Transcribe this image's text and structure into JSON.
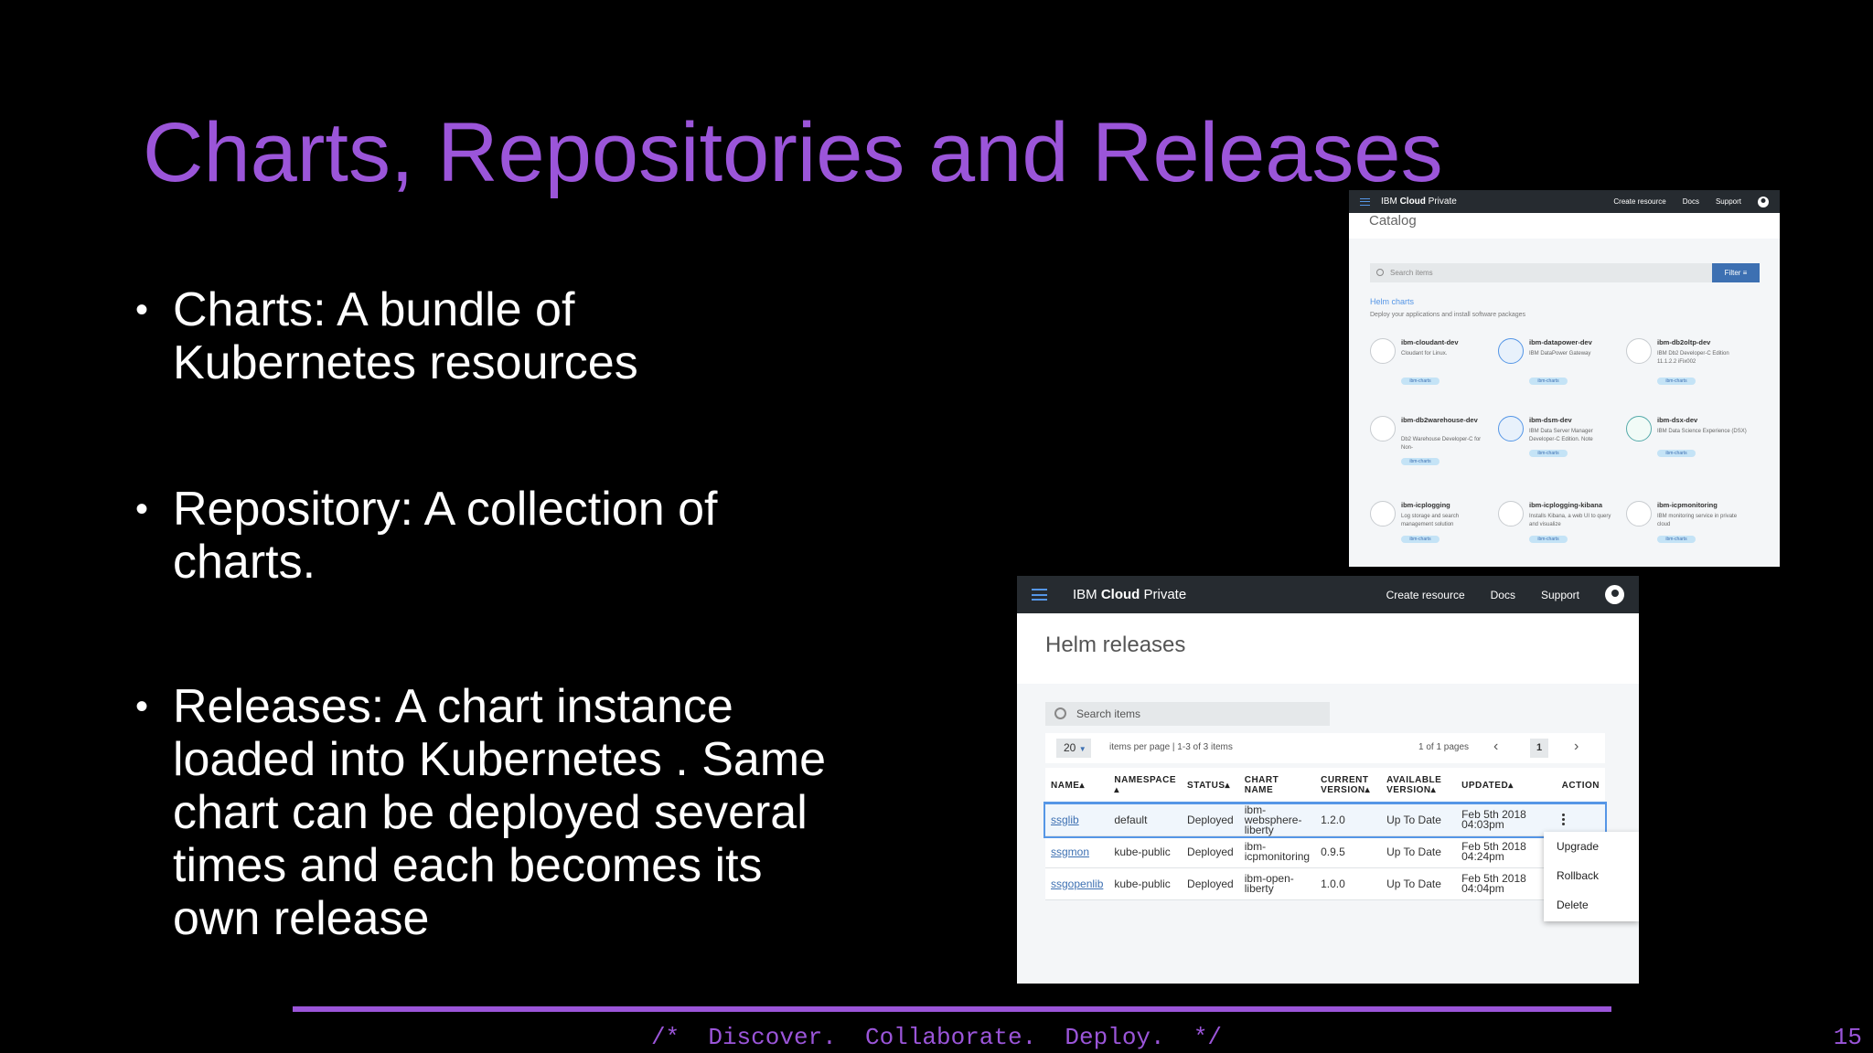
{
  "slide": {
    "title": "Charts, Repositories and Releases",
    "bullets": [
      {
        "line1": "Charts: A bundle of",
        "line2": "Kubernetes resources"
      },
      {
        "line1": "Repository:  A collection of",
        "line2": "charts."
      },
      {
        "line1": "Releases: A chart instance",
        "line2": "loaded into Kubernetes . Same",
        "line3": "chart can be deployed several",
        "line4": "times and each becomes its",
        "line5": "own release"
      }
    ],
    "footer": "/*  Discover.  Collaborate.  Deploy.  */",
    "page_number": "15",
    "accent_color": "#9b55d9"
  },
  "catalog": {
    "brand_prefix": "IBM ",
    "brand_bold": "Cloud",
    "brand_suffix": " Private",
    "nav": [
      "Create resource",
      "Docs",
      "Support"
    ],
    "page_title": "Catalog",
    "search_placeholder": "Search items",
    "filter_label": "Filter",
    "section_title": "Helm charts",
    "section_subtitle": "Deploy your applications and install software packages",
    "tiles": [
      {
        "name": "ibm-cloudant-dev",
        "desc": "Cloudant for Linux.",
        "tag": "ibm-charts"
      },
      {
        "name": "ibm-datapower-dev",
        "desc": "IBM DataPower Gateway",
        "tag": "ibm-charts"
      },
      {
        "name": "ibm-db2oltp-dev",
        "desc": "IBM Db2 Developer-C Edition 11.1.2.2 iFix002",
        "tag": "ibm-charts"
      },
      {
        "name": "ibm-db2warehouse-dev",
        "desc": "Db2 Warehouse Developer-C for Non-",
        "tag": "ibm-charts"
      },
      {
        "name": "ibm-dsm-dev",
        "desc": "IBM Data Server Manager Developer-C Edition. Note",
        "tag": "ibm-charts"
      },
      {
        "name": "ibm-dsx-dev",
        "desc": "IBM Data Science Experience (DSX)",
        "tag": "ibm-charts"
      },
      {
        "name": "ibm-icplogging",
        "desc": "Log storage and search management solution",
        "tag": "ibm-charts"
      },
      {
        "name": "ibm-icplogging-kibana",
        "desc": "Installs Kibana, a web UI to query and visualize",
        "tag": "ibm-charts"
      },
      {
        "name": "ibm-icpmonitoring",
        "desc": "IBM monitoring service in private cloud",
        "tag": "ibm-charts"
      }
    ]
  },
  "releases": {
    "brand_prefix": "IBM ",
    "brand_bold": "Cloud",
    "brand_suffix": " Private",
    "nav": [
      "Create resource",
      "Docs",
      "Support"
    ],
    "page_title": "Helm releases",
    "search_placeholder": "Search items",
    "per_page": "20",
    "items_per_page": "items per page  |  1-3 of 3 items",
    "page_of": "1 of 1 pages",
    "current_page": "1",
    "columns": [
      "NAME",
      "NAMESPACE",
      "STATUS",
      "CHART NAME",
      "CURRENT VERSION",
      "AVAILABLE VERSION",
      "UPDATED",
      "ACTION"
    ],
    "rows": [
      {
        "name": "ssglib",
        "namespace": "default",
        "status": "Deployed",
        "chart": "ibm-websphere-liberty",
        "current": "1.2.0",
        "available": "Up To Date",
        "updated": "Feb 5th 2018 04:03pm"
      },
      {
        "name": "ssgmon",
        "namespace": "kube-public",
        "status": "Deployed",
        "chart": "ibm-icpmonitoring",
        "current": "0.9.5",
        "available": "Up To Date",
        "updated": "Feb 5th 2018 04:24pm"
      },
      {
        "name": "ssgopenlib",
        "namespace": "kube-public",
        "status": "Deployed",
        "chart": "ibm-open-liberty",
        "current": "1.0.0",
        "available": "Up To Date",
        "updated": "Feb 5th 2018 04:04pm"
      }
    ],
    "action_menu": [
      "Upgrade",
      "Rollback",
      "Delete"
    ]
  }
}
